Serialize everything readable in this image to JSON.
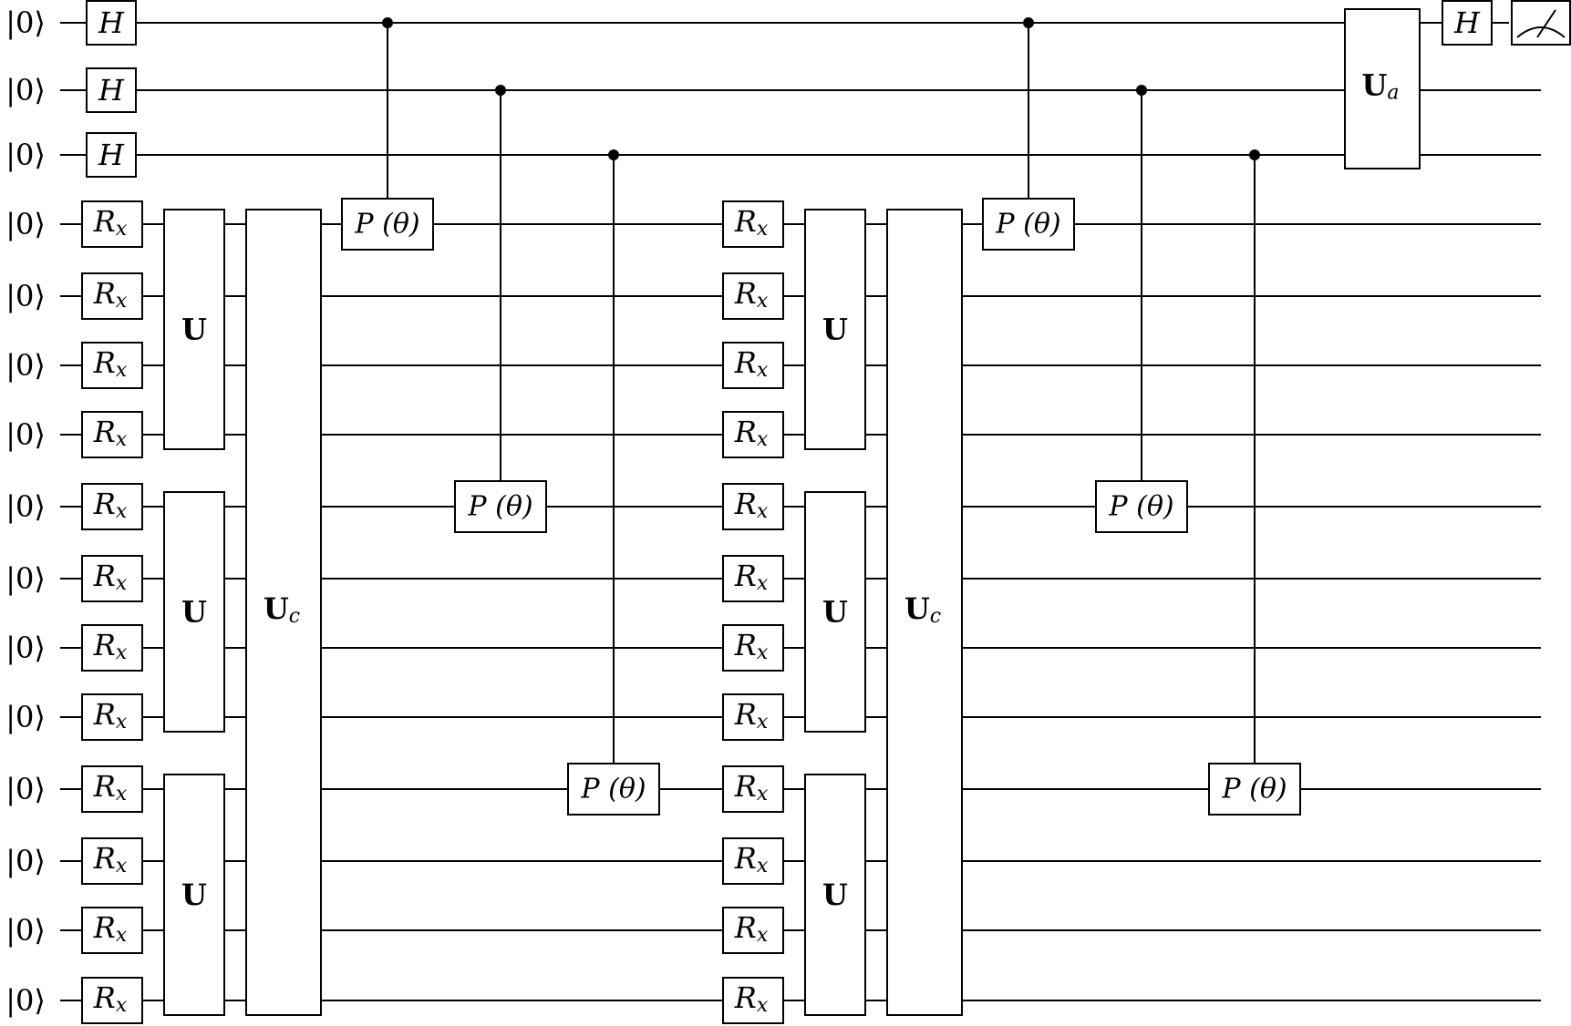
{
  "diagram": {
    "type": "quantum-circuit",
    "num_qubits": 15,
    "initial_state_label": "|0⟩",
    "ancilla_qubits": [
      0,
      1,
      2
    ],
    "gate_labels": {
      "hadamard": "H",
      "rx": {
        "base": "R",
        "sub": "x"
      },
      "phase": "P (θ)",
      "unitary": "U",
      "uc": {
        "base": "U",
        "sub": "c"
      },
      "ua": {
        "base": "U",
        "sub": "a"
      }
    },
    "sequence": [
      {
        "gate": "H",
        "targets": [
          0,
          1,
          2
        ]
      },
      {
        "gate": "Rx",
        "targets": [
          3,
          4,
          5,
          6,
          7,
          8,
          9,
          10,
          11,
          12,
          13,
          14
        ]
      },
      {
        "gate": "U",
        "targets": [
          3,
          4,
          5,
          6
        ]
      },
      {
        "gate": "U",
        "targets": [
          7,
          8,
          9,
          10
        ]
      },
      {
        "gate": "U",
        "targets": [
          11,
          12,
          13,
          14
        ]
      },
      {
        "gate": "Uc",
        "targets": [
          3,
          4,
          5,
          6,
          7,
          8,
          9,
          10,
          11,
          12,
          13,
          14
        ]
      },
      {
        "gate": "controlled-P(θ)",
        "control": 0,
        "target": 3
      },
      {
        "gate": "controlled-P(θ)",
        "control": 1,
        "target": 7
      },
      {
        "gate": "controlled-P(θ)",
        "control": 2,
        "target": 11
      },
      {
        "gate": "Rx",
        "targets": [
          3,
          4,
          5,
          6,
          7,
          8,
          9,
          10,
          11,
          12,
          13,
          14
        ]
      },
      {
        "gate": "U",
        "targets": [
          3,
          4,
          5,
          6
        ]
      },
      {
        "gate": "U",
        "targets": [
          7,
          8,
          9,
          10
        ]
      },
      {
        "gate": "U",
        "targets": [
          11,
          12,
          13,
          14
        ]
      },
      {
        "gate": "Uc",
        "targets": [
          3,
          4,
          5,
          6,
          7,
          8,
          9,
          10,
          11,
          12,
          13,
          14
        ]
      },
      {
        "gate": "controlled-P(θ)",
        "control": 0,
        "target": 3
      },
      {
        "gate": "controlled-P(θ)",
        "control": 1,
        "target": 7
      },
      {
        "gate": "controlled-P(θ)",
        "control": 2,
        "target": 11
      },
      {
        "gate": "Ua",
        "targets": [
          0,
          1,
          2
        ]
      },
      {
        "gate": "H",
        "targets": [
          0
        ]
      },
      {
        "gate": "measure",
        "targets": [
          0
        ]
      }
    ],
    "measurement_icon": "meter-icon"
  }
}
